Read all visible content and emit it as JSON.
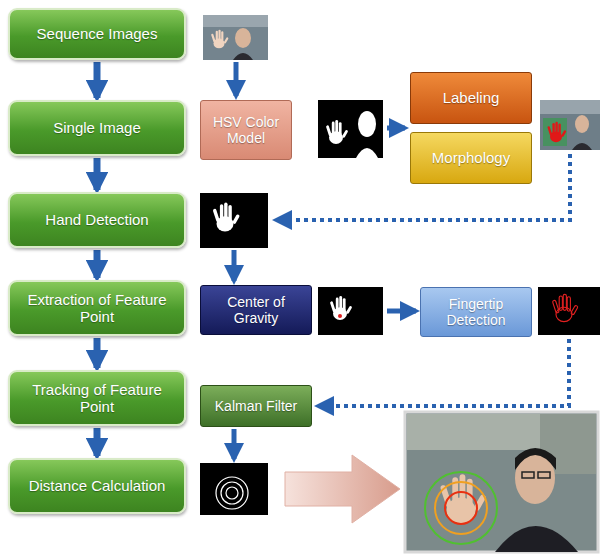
{
  "diagram": {
    "nodes": [
      {
        "text": [
          "Sequence Images"
        ]
      },
      {
        "text": [
          "Single Image"
        ]
      },
      {
        "text": [
          "HSV Color Model"
        ]
      },
      {
        "text": [
          "Labeling"
        ]
      },
      {
        "text": [
          "Morphology"
        ]
      },
      {
        "text": [
          "Hand Detection"
        ]
      },
      {
        "text": [
          "Extraction of Feature Point"
        ]
      },
      {
        "text": [
          "Center of Gravity"
        ]
      },
      {
        "text": [
          "Fingertip Detection"
        ]
      },
      {
        "text": [
          "Tracking of Feature Point"
        ]
      },
      {
        "text": [
          "Kalman Filter"
        ]
      },
      {
        "text": [
          "Distance Calculation"
        ]
      }
    ],
    "edges": [
      {
        "from": 0,
        "to": 1,
        "arrow": "to"
      },
      {
        "from": 1,
        "to": 5,
        "arrow": "to"
      },
      {
        "from": 5,
        "to": 6,
        "arrow": "to"
      },
      {
        "from": 6,
        "to": 9,
        "arrow": "to"
      },
      {
        "from": 9,
        "to": 11,
        "arrow": "to"
      }
    ]
  }
}
